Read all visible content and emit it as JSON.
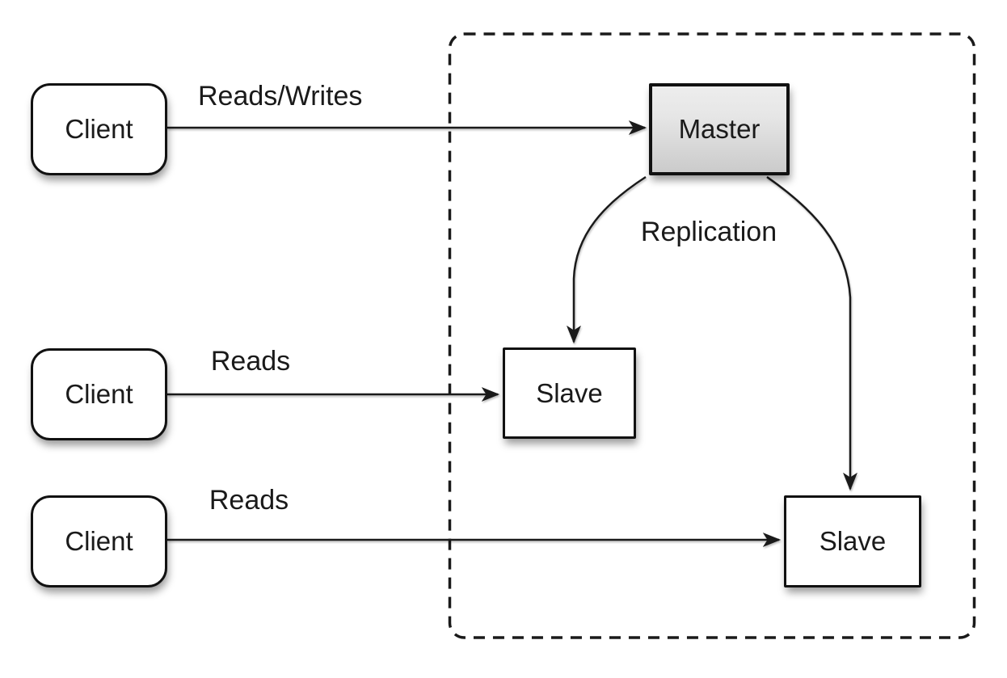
{
  "nodes": {
    "client_top": {
      "label": "Client"
    },
    "client_middle": {
      "label": "Client"
    },
    "client_bottom": {
      "label": "Client"
    },
    "master": {
      "label": "Master"
    },
    "slave_left": {
      "label": "Slave"
    },
    "slave_right": {
      "label": "Slave"
    }
  },
  "edges": {
    "client_top_to_master": {
      "label": "Reads/Writes",
      "from": "client_top",
      "to": "master"
    },
    "client_middle_to_slave_left": {
      "label": "Reads",
      "from": "client_middle",
      "to": "slave_left"
    },
    "client_bottom_to_slave_right": {
      "label": "Reads",
      "from": "client_bottom",
      "to": "slave_right"
    },
    "master_to_slave_left": {
      "label": "Replication",
      "from": "master",
      "to": "slave_left"
    },
    "master_to_slave_right": {
      "label": "Replication",
      "from": "master",
      "to": "slave_right"
    }
  },
  "colors": {
    "stroke": "#1a1a1a",
    "node_fill": "#ffffff",
    "master_fill_top": "#ededed",
    "master_fill_bottom": "#cbcbcb",
    "background": "#ffffff"
  }
}
